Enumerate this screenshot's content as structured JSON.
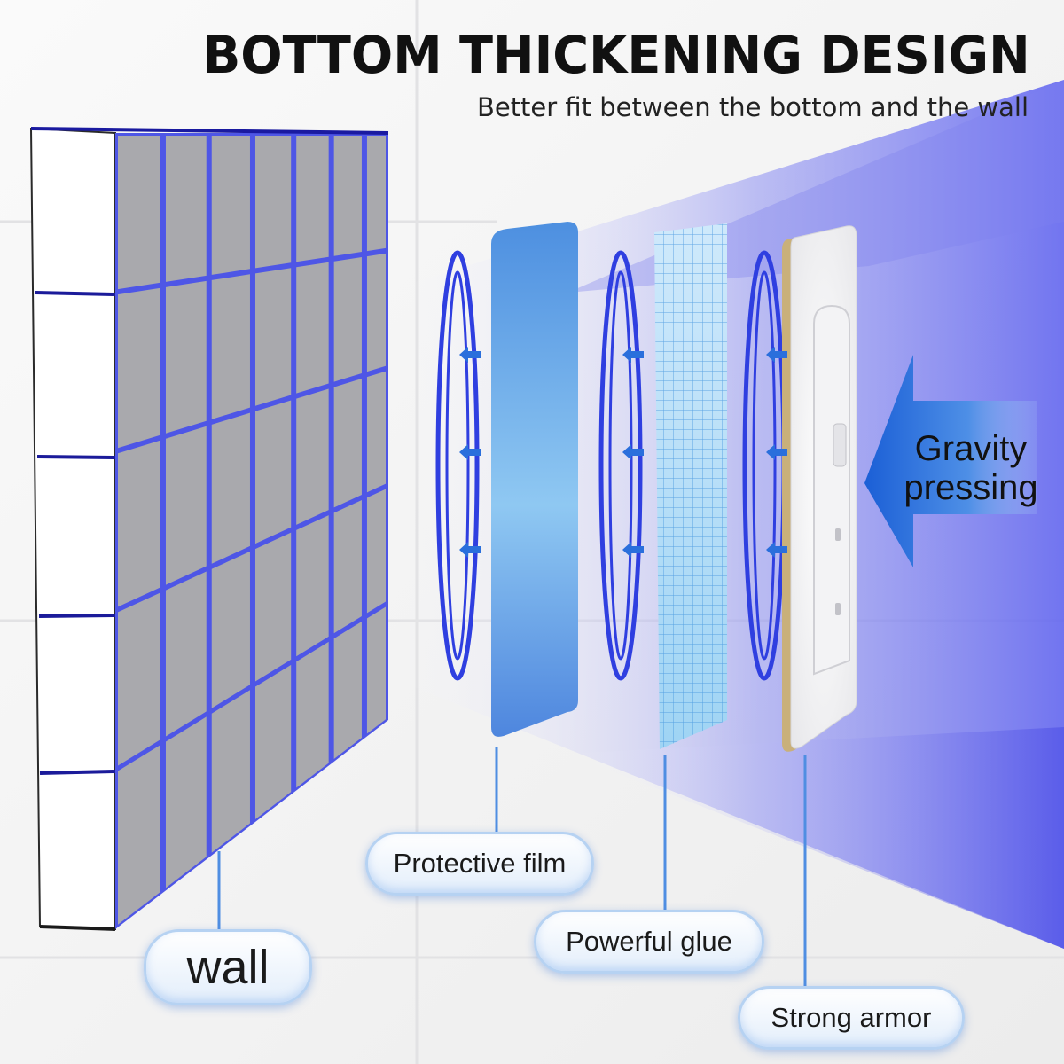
{
  "header": {
    "title": "BOTTOM THICKENING DESIGN",
    "subtitle": "Better fit between the bottom and the wall"
  },
  "labels": {
    "wall": "wall",
    "protective_film": "Protective film",
    "powerful_glue": "Powerful glue",
    "strong_armor": "Strong armor",
    "gravity_line1": "Gravity",
    "gravity_line2": "pressing"
  },
  "colors": {
    "accent_blue": "#2a6fdc",
    "glow_blue": "#4a56e8",
    "film_blue": "#5aa0e8",
    "wall_tile": "#a9a9ad",
    "armor_edge": "#c9b07a"
  },
  "icons": {
    "pressure_rings": "ellipse-ring-icon",
    "force_arrows": "arrow-left-icon",
    "gravity_arrow": "big-arrow-left-icon"
  }
}
